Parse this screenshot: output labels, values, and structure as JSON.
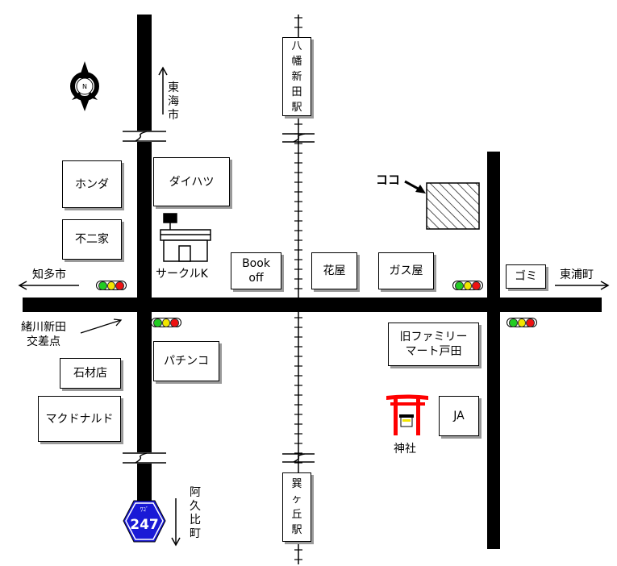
{
  "colors": {
    "road": "#000000",
    "shrine": "#ff0000",
    "route_shield": "#1a1ad6",
    "signal_green": "#22cc22",
    "signal_yellow": "#f2e600",
    "signal_red": "#ee1111"
  },
  "compass": {
    "letter": "N",
    "icon": "north-arrow-icon"
  },
  "directions": {
    "north": "東海市",
    "south": "阿久比町",
    "west": "知多市",
    "east": "東浦町"
  },
  "stations": {
    "north": "八幡新田駅",
    "south": "巽ヶ丘駅"
  },
  "intersection": "緒川新田\n交差点",
  "target": {
    "label": "ココ"
  },
  "route": {
    "kana": "ﾜｺﾞ",
    "number": "247"
  },
  "places": {
    "honda": "ホンダ",
    "daihatsu": "ダイハツ",
    "fujiya": "不二家",
    "circle_k": "サークルK",
    "bookoff": "Book\noff",
    "hanaya": "花屋",
    "gasuya": "ガス屋",
    "gomi": "ゴミ",
    "sekizaiten": "石材店",
    "pachinko": "パチンコ",
    "mcdonalds": "マクドナルド",
    "former_familymart": "旧ファミリー\nマート戸田",
    "ja": "JA",
    "shrine": "神社"
  }
}
